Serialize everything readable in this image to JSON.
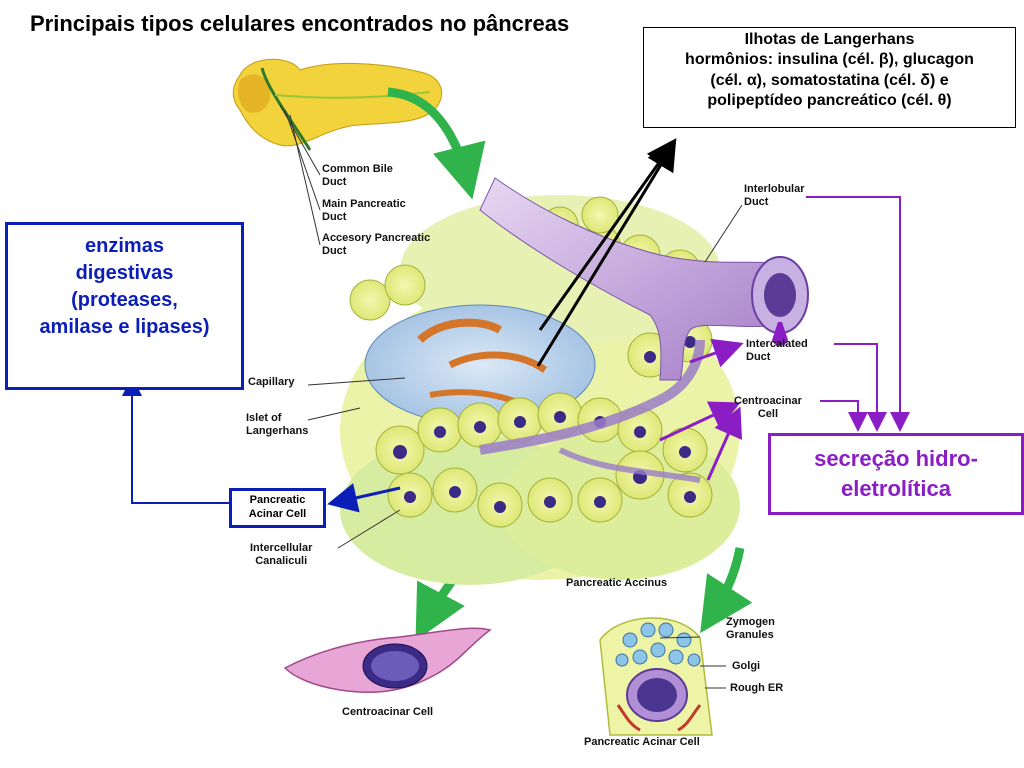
{
  "title": "Principais tipos celulares encontrados no pâncreas",
  "islet_box": {
    "line1": "Ilhotas de Langerhans",
    "line2": "hormônios: insulina (cél. β), glucagon",
    "line3": "(cél. α), somatostatina (cél. δ) e",
    "line4": "polipeptídeo pancreático (cél. θ)"
  },
  "enzymes_box": {
    "line1": "enzimas",
    "line2": "digestivas",
    "line3": "(proteases,",
    "line4": "amilase e lipases)"
  },
  "secretion_box": {
    "line1": "secreção hidro-",
    "line2": "eletrolítica"
  },
  "labels": {
    "common_bile_duct": [
      "Common Bile",
      "Duct"
    ],
    "main_pancreatic_duct": [
      "Main Pancreatic",
      "Duct"
    ],
    "accessory_pancreatic_duct": [
      "Accesory Pancreatic",
      "Duct"
    ],
    "interlobular_duct": [
      "Interlobular",
      "Duct"
    ],
    "intercalated_duct": [
      "Intercalated",
      "Duct"
    ],
    "centroacinar_cell": [
      "Centroacinar",
      "Cell"
    ],
    "capillary": "Capillary",
    "islet_of_langerhans": [
      "Islet of",
      "Langerhans"
    ],
    "pancreatic_acinar_cell": [
      "Pancreatic",
      "Acinar Cell"
    ],
    "intercellular_canaliculi": [
      "Intercellular",
      "Canaliculi"
    ],
    "pancreatic_accinus": "Pancreatic Accinus",
    "zymogen_granules": [
      "Zymogen",
      "Granules"
    ],
    "golgi": "Golgi",
    "rough_er": "Rough ER",
    "centroacinar_cell_bottom": "Centroacinar Cell",
    "pancreatic_acinar_cell_bottom": "Pancreatic Acinar Cell"
  },
  "colors": {
    "blue_accent": "#0b1fb8",
    "purple_accent": "#8a1ec4",
    "green_arrow": "#2fb34a"
  }
}
